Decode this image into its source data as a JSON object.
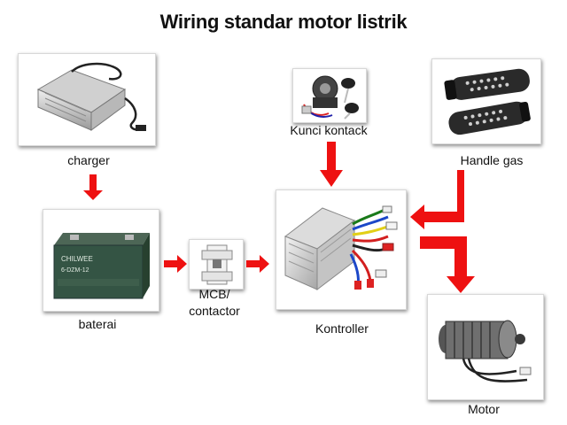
{
  "diagram": {
    "title": "Wiring standar motor listrik",
    "arrow_color": "#ee1111",
    "nodes": [
      {
        "id": "charger",
        "label": "charger",
        "icon": "charger-image"
      },
      {
        "id": "kunci",
        "label": "Kunci kontack",
        "icon": "ignition-key-image"
      },
      {
        "id": "handle",
        "label": "Handle gas",
        "icon": "throttle-grip-image"
      },
      {
        "id": "baterai",
        "label": "baterai",
        "icon": "battery-image"
      },
      {
        "id": "mcb",
        "label": "MCB/\ncontactor",
        "icon": "mcb-breaker-image"
      },
      {
        "id": "kontroller",
        "label": "Kontroller",
        "icon": "controller-image"
      },
      {
        "id": "motor",
        "label": "Motor",
        "icon": "motor-image"
      }
    ],
    "edges": [
      {
        "from": "charger",
        "to": "baterai"
      },
      {
        "from": "baterai",
        "to": "mcb"
      },
      {
        "from": "mcb",
        "to": "kontroller"
      },
      {
        "from": "kunci",
        "to": "kontroller"
      },
      {
        "from": "handle",
        "to": "kontroller"
      },
      {
        "from": "kontroller",
        "to": "motor"
      }
    ],
    "battery_brand": "CHILWEE",
    "battery_model": "6-DZM-12"
  }
}
